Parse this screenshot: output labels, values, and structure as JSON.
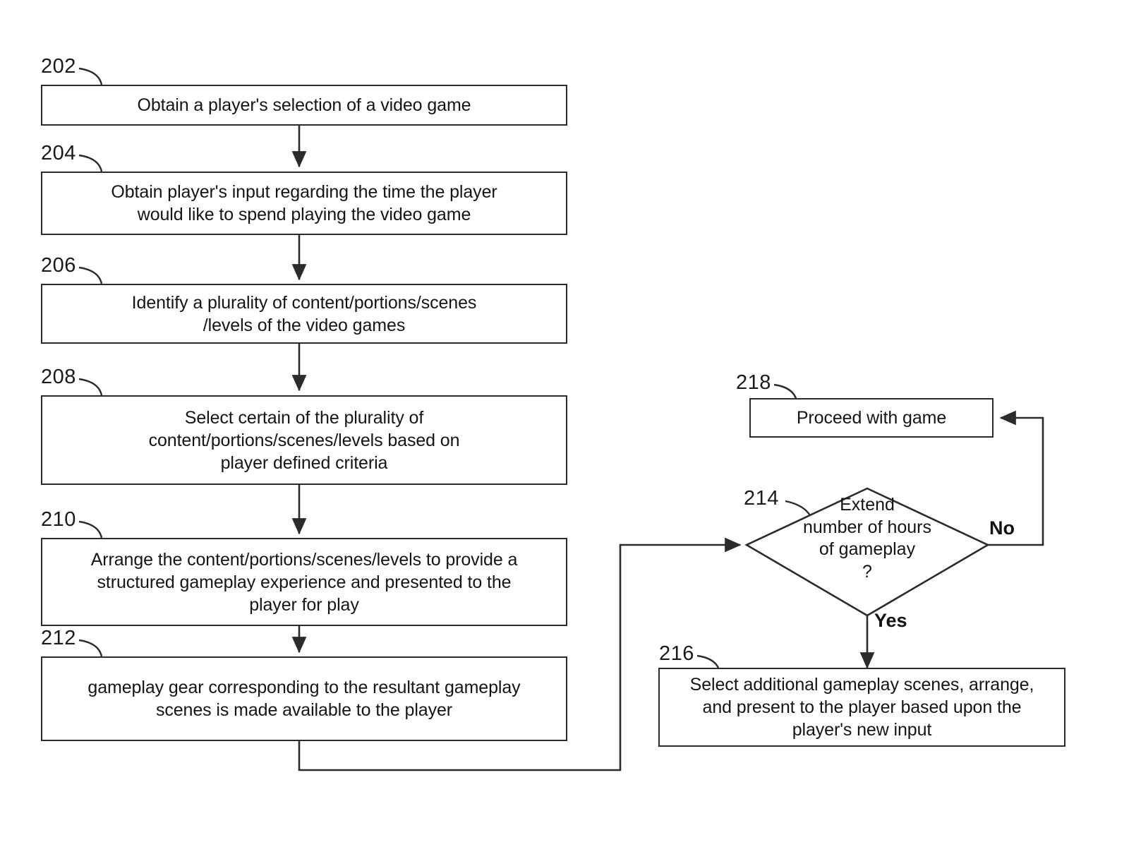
{
  "figure": {
    "type": "patent-flowchart",
    "title": "Structured gameplay scheduling flowchart"
  },
  "nodes": [
    {
      "ref": "202",
      "shape": "process",
      "text": "Obtain a player's selection of a video game"
    },
    {
      "ref": "204",
      "shape": "process",
      "text": "Obtain player's input regarding the time the player\nwould like to spend playing the video game"
    },
    {
      "ref": "206",
      "shape": "process",
      "text": "Identify a plurality of content/portions/scenes\n/levels of the video games"
    },
    {
      "ref": "208",
      "shape": "process",
      "text": "Select certain of the plurality of\ncontent/portions/scenes/levels based on\nplayer defined criteria"
    },
    {
      "ref": "210",
      "shape": "process",
      "text": "Arrange the content/portions/scenes/levels to provide a\nstructured gameplay experience and presented to the\nplayer for play"
    },
    {
      "ref": "212",
      "shape": "process",
      "text": "gameplay gear corresponding to the resultant gameplay\nscenes is made available to the player"
    },
    {
      "ref": "218",
      "shape": "process",
      "text": "Proceed with game"
    },
    {
      "ref": "214",
      "shape": "decision",
      "text": "Extend\nnumber of hours\nof gameplay\n?"
    },
    {
      "ref": "216",
      "shape": "process",
      "text": "Select additional gameplay scenes, arrange,\nand present to the player based upon the\nplayer's new input"
    }
  ],
  "branch_labels": {
    "no": "No",
    "yes": "Yes"
  },
  "colors": {
    "stroke": "#2b2b2b",
    "text": "#151515",
    "background": "#ffffff"
  }
}
